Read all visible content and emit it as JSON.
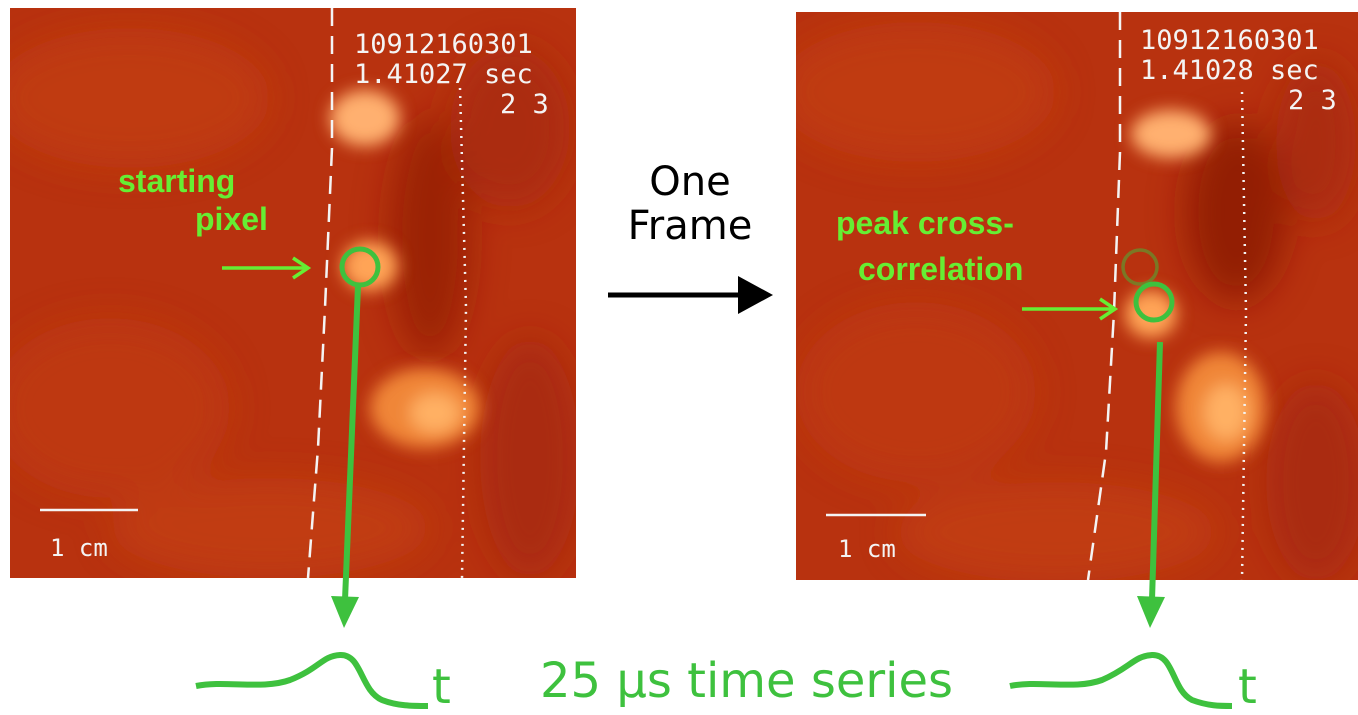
{
  "left_frame": {
    "shot_id": "10912160301",
    "time": "1.41027 sec",
    "channels": "2 3",
    "scale_label": "1 cm",
    "annotation_line1": "starting",
    "annotation_line2": "pixel"
  },
  "right_frame": {
    "shot_id": "10912160301",
    "time": "1.41028 sec",
    "channels": "2 3",
    "scale_label": "1 cm",
    "annotation_line1": "peak cross-",
    "annotation_line2": "correlation"
  },
  "step_label_line1": "One",
  "step_label_line2": "Frame",
  "caption": "25 µs time series",
  "time_axis_symbol": "t",
  "colors": {
    "background_field": "#b8320f",
    "highlight": "#ffa45a",
    "annotation_green": "#66ee33",
    "trace_green": "#3ec13e"
  }
}
